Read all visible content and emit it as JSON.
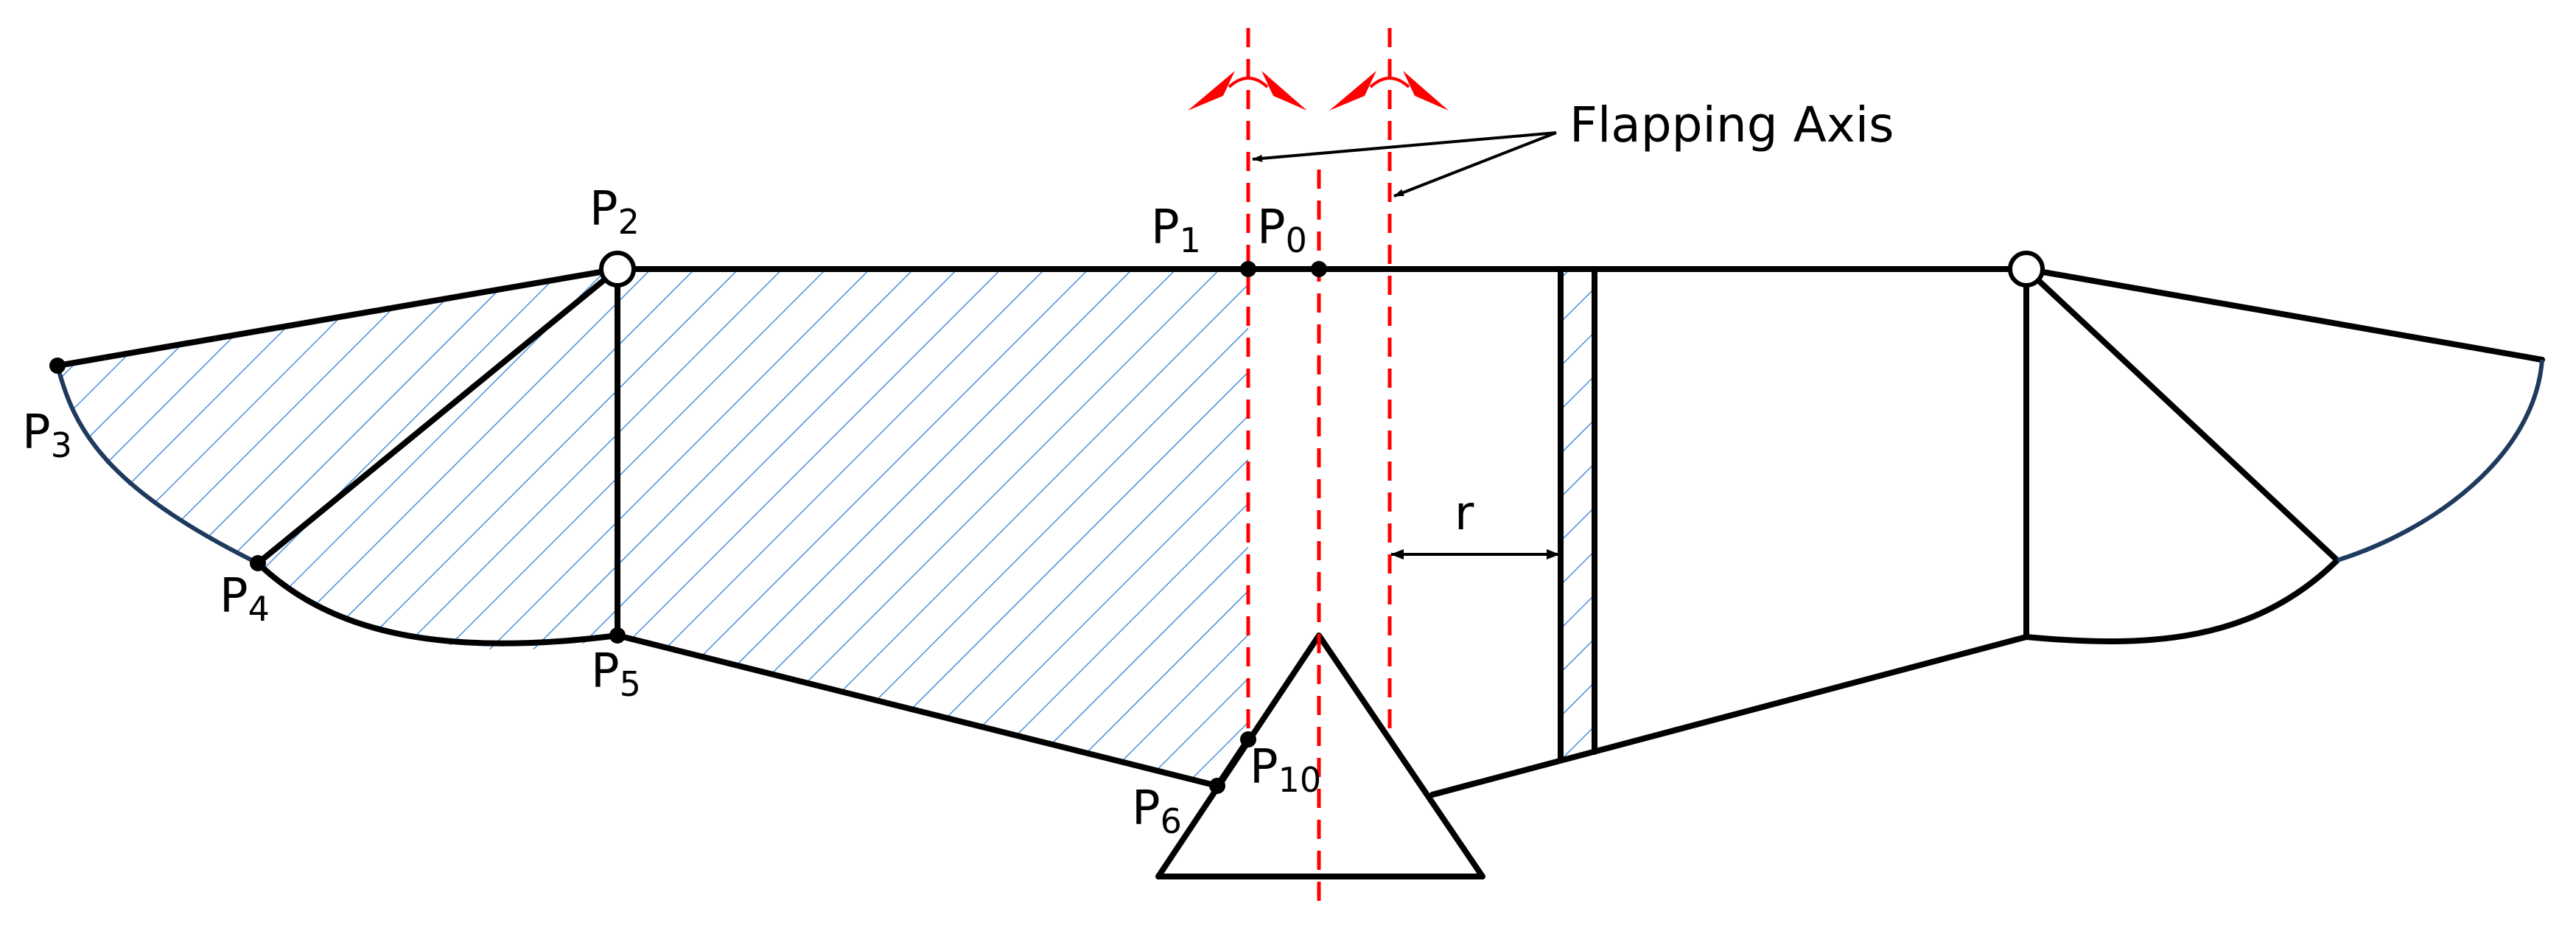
{
  "diagram": {
    "flapping_axis_label": "Flapping Axis",
    "r_label": "r",
    "points": [
      {
        "id": "p0",
        "base": "P",
        "sub": "0"
      },
      {
        "id": "p1",
        "base": "P",
        "sub": "1"
      },
      {
        "id": "p2",
        "base": "P",
        "sub": "2"
      },
      {
        "id": "p3",
        "base": "P",
        "sub": "3"
      },
      {
        "id": "p4",
        "base": "P",
        "sub": "4"
      },
      {
        "id": "p5",
        "base": "P",
        "sub": "5"
      },
      {
        "id": "p6",
        "base": "P",
        "sub": "6"
      },
      {
        "id": "p10",
        "base": "P",
        "sub": "10"
      }
    ],
    "colors": {
      "structure": "#000000",
      "axis": "#ff0000",
      "hatch": "#4a90d9",
      "membrane_edge": "#1f3a5f"
    }
  }
}
